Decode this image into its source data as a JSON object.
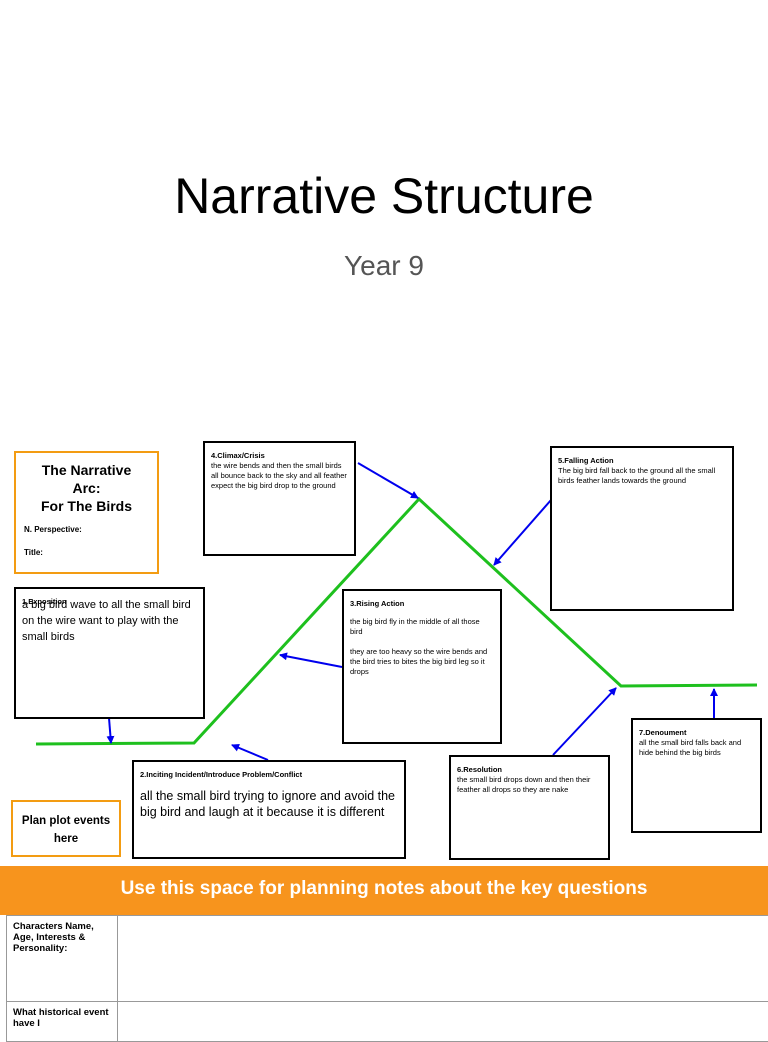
{
  "page": {
    "title": "Narrative Structure",
    "subtitle": "Year 9"
  },
  "arc_box": {
    "line1": "The Narrative",
    "line2": "Arc:",
    "line3": "For The Birds",
    "perspective_label": "N. Perspective:",
    "title_label": "Title:"
  },
  "stages": {
    "exposition": {
      "heading": "1.Exposition",
      "text": "a big bird wave to all the small bird on the wire want to play with the small birds"
    },
    "inciting": {
      "heading": "2.Inciting Incident/Introduce Problem/Conflict",
      "text": "all the small bird trying to ignore and avoid the big bird and laugh at it because it is different"
    },
    "rising": {
      "heading": "3.Rising Action",
      "text": "the big bird fly in the middle of all those bird\n\nthey are too heavy so the wire bends and the bird tries to bites the big bird leg so it drops"
    },
    "climax": {
      "heading": "4.Climax/Crisis",
      "text": "the wire bends and then the small birds all bounce back to the sky and all feather expect the big bird drop to the ground"
    },
    "falling": {
      "heading": "5.Falling Action",
      "text": "The big bird fall back to the ground all the small birds feather lands towards the ground"
    },
    "resolution": {
      "heading": "6.Resolution",
      "text": "the small bird drops down and then their feather all drops so they are nake"
    },
    "denouement": {
      "heading": "7.Denoument",
      "text": "all the small bird falls back and hide behind the big birds"
    }
  },
  "plan_box": {
    "label": "Plan plot events here"
  },
  "banner": {
    "text": "Use this space for planning notes about the key questions"
  },
  "notes_table": {
    "rows": [
      {
        "question": "Characters Name, Age, Interests & Personality:"
      },
      {
        "question": "What historical event have I"
      }
    ]
  },
  "colors": {
    "arc_line": "#1ec01e",
    "arrow": "#0000ee",
    "accent": "#f7941d"
  }
}
